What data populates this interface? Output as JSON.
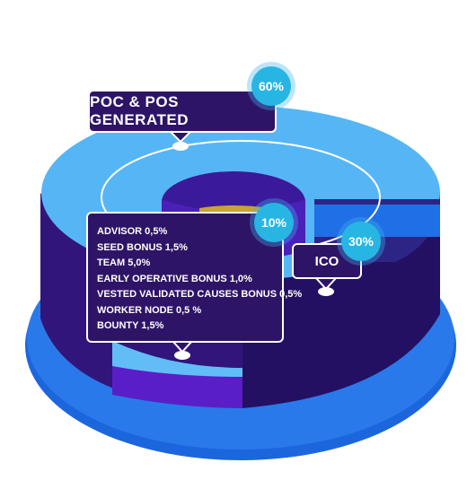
{
  "chart_data": {
    "type": "pie",
    "style": "3d-donut with callouts",
    "title": "",
    "slices": [
      {
        "label": "POC & POS GENERATED",
        "value": 60,
        "value_label": "60%",
        "color": "#55b4f4"
      },
      {
        "label": "",
        "value": 10,
        "value_label": "10%",
        "color": "#2d1a78"
      },
      {
        "label": "ICO",
        "value": 30,
        "value_label": "30%",
        "color": "#2a2380"
      }
    ],
    "breakdown_of_10_percent": [
      {
        "label": "ADVISOR",
        "value": 0.5,
        "text": "ADVISOR 0,5%"
      },
      {
        "label": "SEED BONUS",
        "value": 1.5,
        "text": "SEED BONUS 1,5%"
      },
      {
        "label": "TEAM",
        "value": 5.0,
        "text": "TEAM 5,0%"
      },
      {
        "label": "EARLY OPERATIVE BONUS",
        "value": 1.0,
        "text": "EARLY OPERATIVE BONUS 1,0%"
      },
      {
        "label": "VESTED VALIDATED CAUSES BONUS",
        "value": 0.5,
        "text": "VESTED VALIDATED CAUSES BONUS 0,5%"
      },
      {
        "label": "WORKER NODE",
        "value": 0.5,
        "text": "WORKER NODE 0,5 %"
      },
      {
        "label": "BOUNTY",
        "value": 1.5,
        "text": "BOUNTY 1,5%"
      }
    ]
  },
  "colors": {
    "light_blue": "#55b4f4",
    "dark_purple": "#2e1466",
    "royal_blue": "#1e6de0",
    "badge_cyan": "#27b6e4",
    "center_gold": "#c9a233"
  }
}
